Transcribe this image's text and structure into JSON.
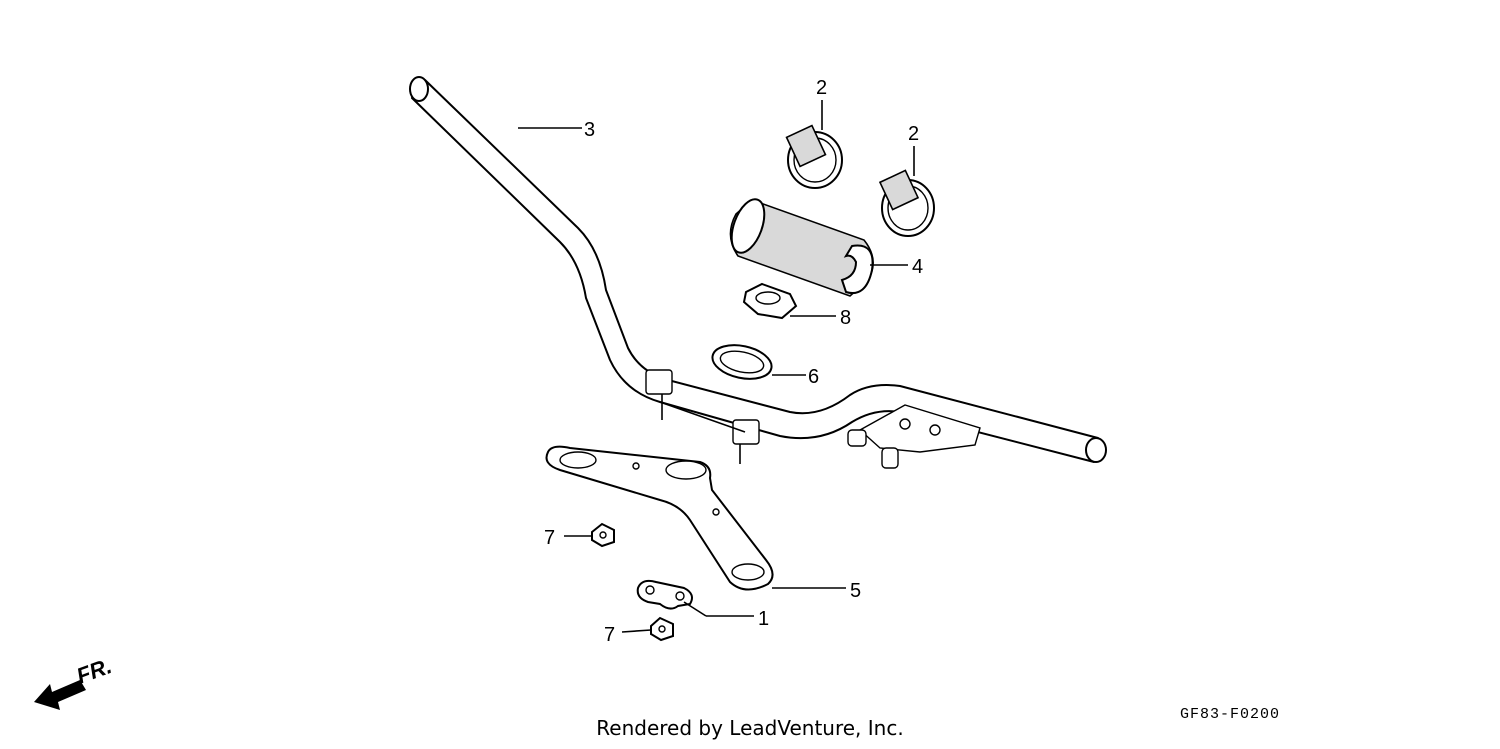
{
  "diagram": {
    "callouts": [
      {
        "id": "1",
        "label": "1"
      },
      {
        "id": "2a",
        "label": "2"
      },
      {
        "id": "2b",
        "label": "2"
      },
      {
        "id": "3",
        "label": "3"
      },
      {
        "id": "4",
        "label": "4"
      },
      {
        "id": "5",
        "label": "5"
      },
      {
        "id": "6",
        "label": "6"
      },
      {
        "id": "7a",
        "label": "7"
      },
      {
        "id": "7b",
        "label": "7"
      },
      {
        "id": "8",
        "label": "8"
      }
    ],
    "front_marker": "FR.",
    "code": "GF83-F0200"
  },
  "footer": {
    "credit": "Rendered by LeadVenture, Inc."
  }
}
